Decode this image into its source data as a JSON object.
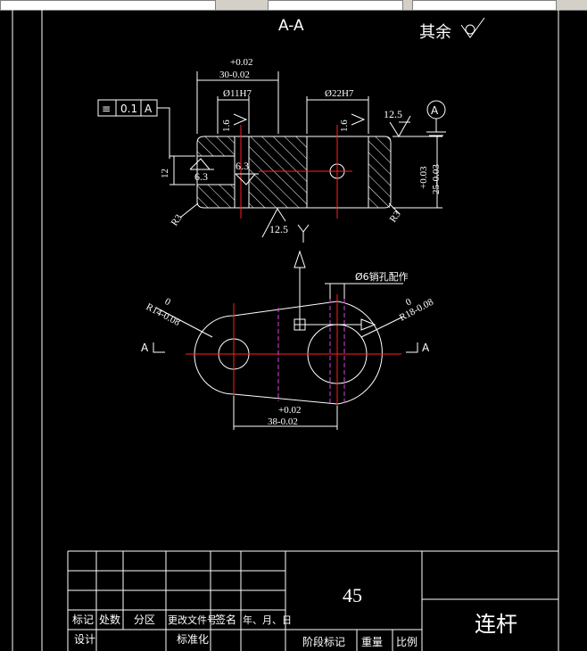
{
  "section_title": "A-A",
  "roughness_other": "其余",
  "dims": {
    "width_30_tol": "+0.02",
    "width_30": "30-0.02",
    "hole_11": "Ø11H7",
    "hole_22": "Ø22H7",
    "height_12": "12",
    "height_25_tol": "+0.03",
    "height_25": "25-0.03",
    "r3_left": "R3",
    "r3_right": "R3",
    "center_38_tol": "+0.02",
    "center_38": "38-0.02",
    "r14_tol": "0",
    "r14": "R14-0.08",
    "r18_tol": "0",
    "r18": "R18-0.08",
    "pin_note": "Ø6销孔配作"
  },
  "tolerance_frame": {
    "symbol": "≡",
    "value": "0.1",
    "datum": "A"
  },
  "datum_bubble": "A",
  "roughness": {
    "ra_16_left": "1.6",
    "ra_16_right": "1.6",
    "ra_125_right": "12.5",
    "ra_63_left": "6.3",
    "ra_63_center": "6.3",
    "ra_125_bottom": "12.5"
  },
  "section_markers": {
    "left": "A",
    "right": "A"
  },
  "title_block": {
    "material": "45",
    "part_name": "连杆",
    "headers": [
      "标记",
      "处数",
      "分区",
      "更改文件号",
      "签名",
      "年、月、日"
    ],
    "row2": [
      "设计",
      "标准化"
    ],
    "stage_mark": "阶段标记",
    "weight": "重量",
    "scale": "比例"
  }
}
